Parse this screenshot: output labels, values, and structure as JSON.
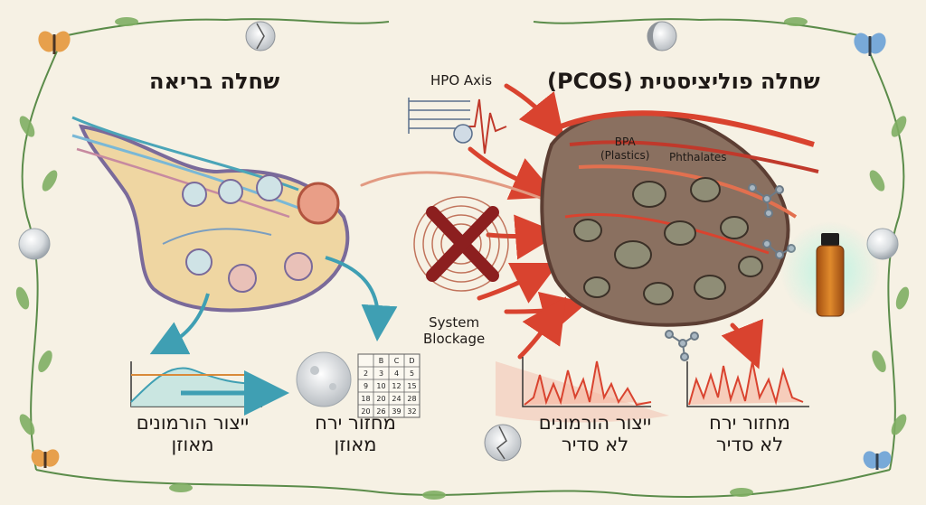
{
  "left_panel": {
    "title": "שחלה בריאה",
    "caption_hormones_line1": "ייצור הורמונים",
    "caption_hormones_line2": "מאוזן",
    "caption_cycle_line1": "מחזור ירח",
    "caption_cycle_line2": "מאוזן"
  },
  "right_panel": {
    "title": "שחלה פוליציסטית (PCOS)",
    "caption_hormones_line1": "ייצור הורמונים",
    "caption_hormones_line2": "לא סדיר",
    "caption_cycle_line1": "מחזור ירח",
    "caption_cycle_line2": "לא סדיר",
    "label_bpa_line1": "BPA",
    "label_bpa_line2": "(Plastics)",
    "label_phthalates": "Phthalates"
  },
  "center": {
    "hpo_label": "HPO Axis",
    "blockage_line1": "System",
    "blockage_line2": "Blockage"
  },
  "calendar": {
    "header": [
      "B",
      "C",
      "D"
    ],
    "rows": [
      [
        "2",
        "3",
        "4",
        "5"
      ],
      [
        "9",
        "10",
        "12",
        "15"
      ],
      [
        "18",
        "20",
        "24",
        "28"
      ],
      [
        "20",
        "26",
        "39",
        "32"
      ]
    ]
  },
  "colors": {
    "background": "#f6f1e4",
    "healthy_stroke": "#4aa5b8",
    "pcos_red": "#d9432f",
    "cross_red": "#8c1f1f",
    "vine_green": "#5b8c4a"
  },
  "icons": [
    "butterfly-icon",
    "moon-icon",
    "crystal-orb-icon",
    "essential-oil-bottle-icon",
    "molecule-icon",
    "cross-mark-icon"
  ]
}
